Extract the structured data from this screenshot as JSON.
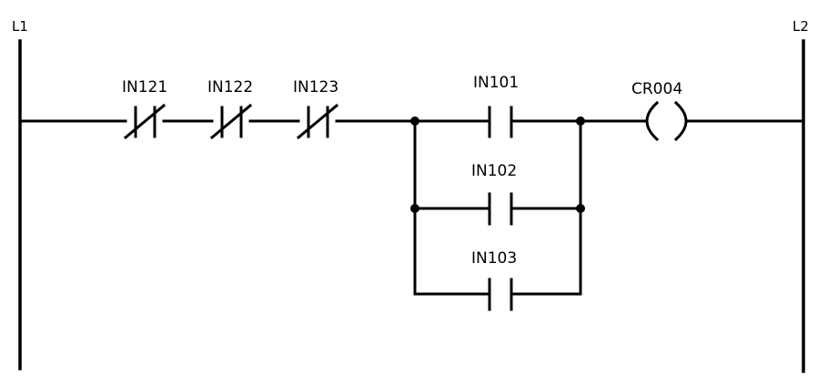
{
  "rails": {
    "left_label": "L1",
    "right_label": "L2"
  },
  "contacts": {
    "nc_1": "IN121",
    "nc_2": "IN122",
    "nc_3": "IN123",
    "no_1": "IN101",
    "no_2": "IN102",
    "no_3": "IN103"
  },
  "coil": {
    "label": "CR004"
  }
}
